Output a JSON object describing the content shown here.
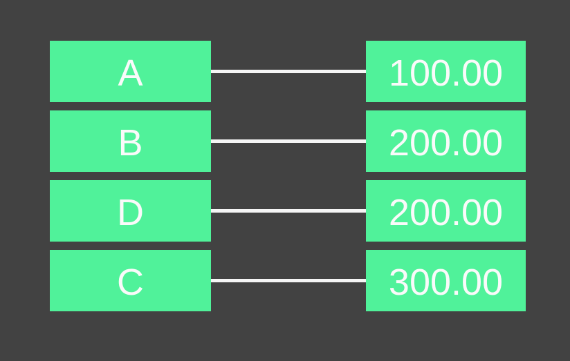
{
  "diagram": {
    "description": "key-to-value mapping diagram with connector lines",
    "colors": {
      "background": "#424242",
      "node": "#50F29A",
      "connector": "#F5F5F5",
      "text": "#FAFAFA"
    },
    "rows": [
      {
        "label": "A",
        "value": "100.00"
      },
      {
        "label": "B",
        "value": "200.00"
      },
      {
        "label": "D",
        "value": "200.00"
      },
      {
        "label": "C",
        "value": "300.00"
      }
    ]
  }
}
